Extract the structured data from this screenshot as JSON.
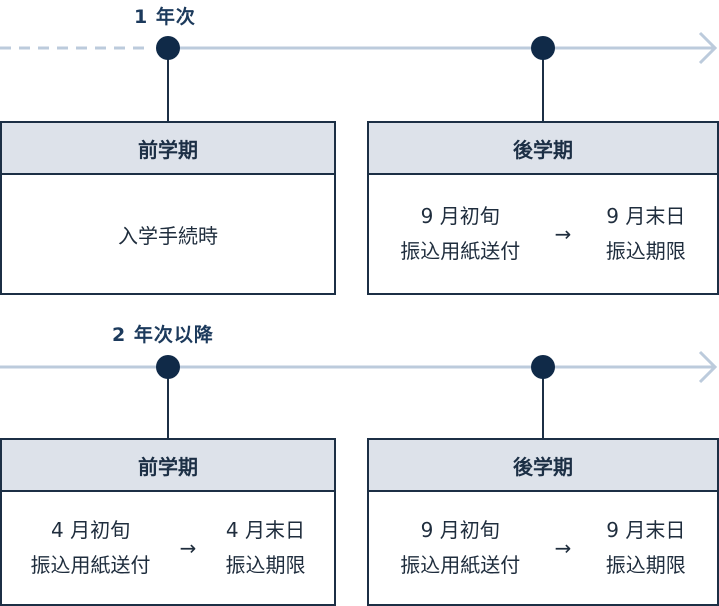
{
  "sections": [
    {
      "label": "1 年次",
      "terms": [
        {
          "header": "前学期",
          "text": "入学手続時"
        },
        {
          "header": "後学期",
          "from": {
            "line1": "9 月初旬",
            "line2": "振込用紙送付"
          },
          "arrow": "→",
          "to": {
            "line1": "9 月末日",
            "line2": "振込期限"
          }
        }
      ]
    },
    {
      "label": "2 年次以降",
      "terms": [
        {
          "header": "前学期",
          "from": {
            "line1": "4 月初旬",
            "line2": "振込用紙送付"
          },
          "arrow": "→",
          "to": {
            "line1": "4 月末日",
            "line2": "振込期限"
          }
        },
        {
          "header": "後学期",
          "from": {
            "line1": "9 月初旬",
            "line2": "振込用紙送付"
          },
          "arrow": "→",
          "to": {
            "line1": "9 月末日",
            "line2": "振込期限"
          }
        }
      ]
    }
  ],
  "colors": {
    "timeline": "#bccbdc",
    "node": "#102a48",
    "box_border": "#1c2f45",
    "header_bg": "#dde2ea"
  }
}
